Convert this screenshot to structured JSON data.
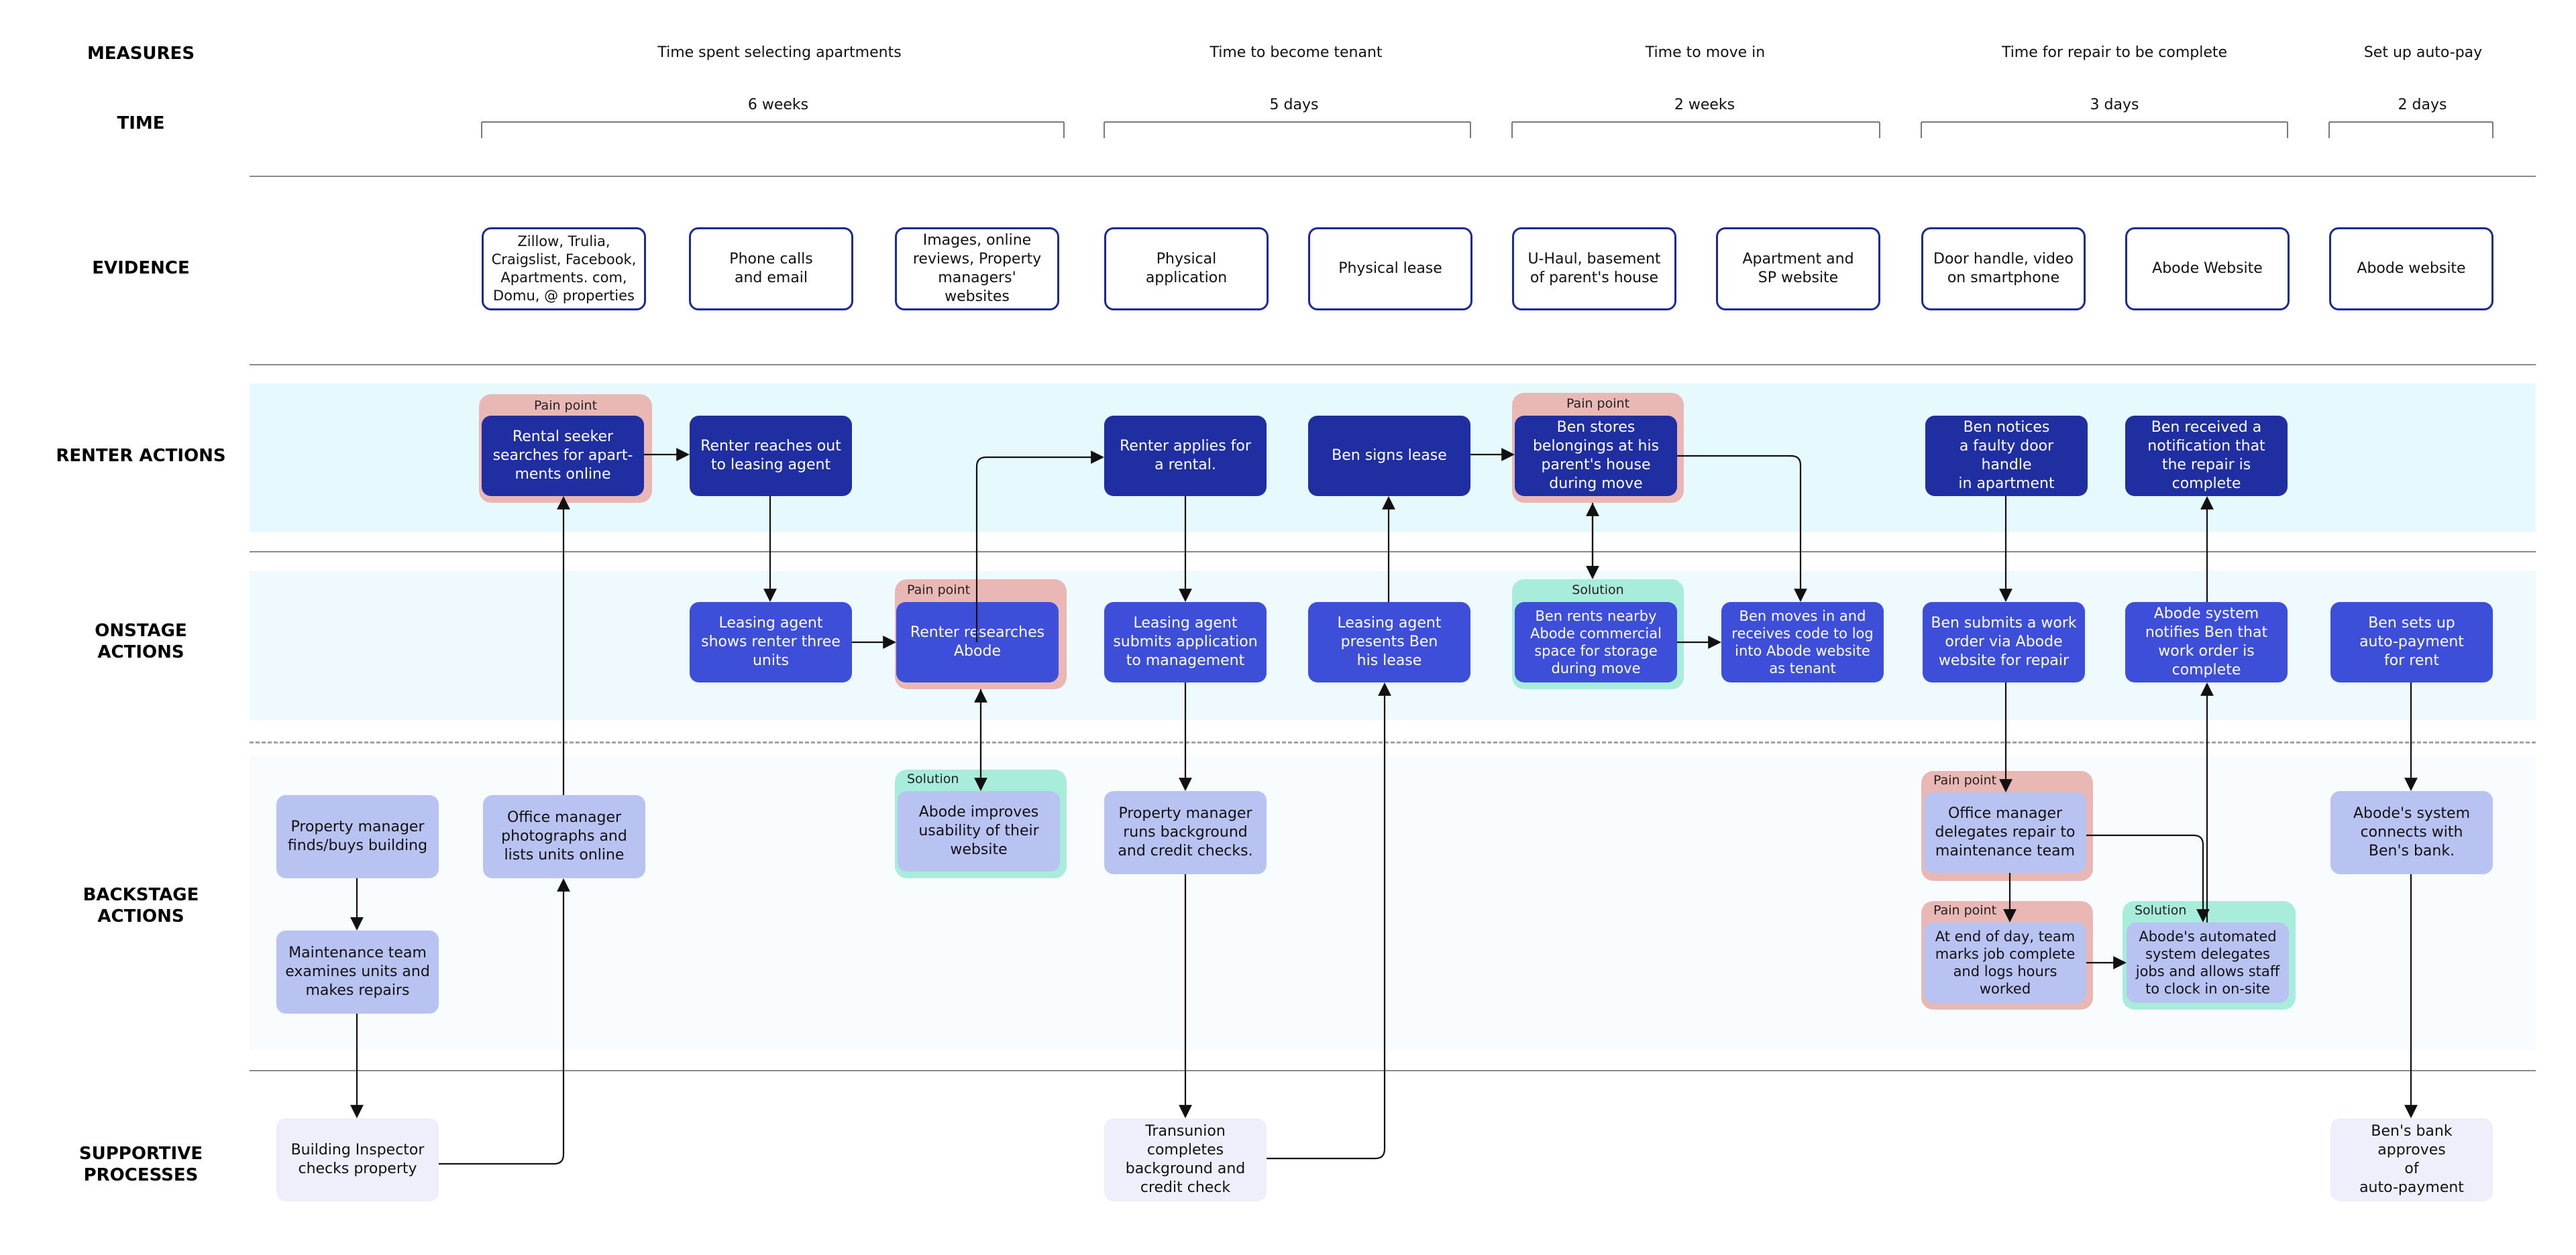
{
  "row_labels": {
    "measures": "MEASURES",
    "time": "TIME",
    "evidence": "EVIDENCE",
    "renter": "RENTER ACTIONS",
    "onstage": "ONSTAGE\nACTIONS",
    "backstage": "BACKSTAGE\nACTIONS",
    "support": "SUPPORTIVE\nPROCESSES"
  },
  "measures": [
    "Time spent selecting apartments",
    "Time to become tenant",
    "Time to move in",
    "Time for repair to be complete",
    "Set up auto-pay"
  ],
  "durations": [
    "6 weeks",
    "5 days",
    "2 weeks",
    "3 days",
    "2 days"
  ],
  "evidence": [
    "Zillow, Trulia, Craigslist, Facebook, Apartments. com, Domu, @ properties",
    "Phone calls\nand email",
    "Images, online reviews, Property managers' websites",
    "Physical application",
    "Physical lease",
    "U-Haul, basement of parent's house",
    "Apartment and\nSP website",
    "Door handle, video on smartphone",
    "Abode Website",
    "Abode website"
  ],
  "renter_actions": [
    "Rental seeker searches for apart-ments online",
    "Renter reaches out to leasing agent",
    "Renter applies for\na rental.",
    "Ben signs lease",
    "Ben stores belongings at his parent's house during move",
    "Ben notices\na faulty door handle\nin apartment",
    "Ben received a notification that the repair is complete"
  ],
  "onstage_actions": [
    "Leasing agent shows renter three units",
    "Renter researches\nAbode",
    "Leasing agent submits application to management",
    "Leasing agent presents Ben\nhis lease",
    "Ben rents nearby Abode commercial space for storage during move",
    "Ben moves in and receives code to log into Abode website as tenant",
    "Ben submits a work order via Abode website for repair",
    "Abode system notifies Ben that work order is complete",
    "Ben sets up\nauto-payment\nfor rent"
  ],
  "backstage_actions": [
    "Property manager finds/buys building",
    "Office manager photographs and lists units online",
    "Maintenance team examines units and makes repairs",
    "Abode improves usability of their website",
    "Property manager runs background and credit checks.",
    "Office manager delegates repair to maintenance team",
    "At end of day, team marks job complete and logs hours worked",
    "Abode's automated system delegates jobs and allows staff to clock in on-site",
    "Abode's system connects with Ben's bank."
  ],
  "supportive_processes": [
    "Building Inspector checks property",
    "Transunion completes background and credit check",
    "Ben's bank approves\nof\nauto-payment"
  ],
  "tags": {
    "pain": "Pain point",
    "solution": "Solution"
  },
  "colors": {
    "renter": "#1f2ea0",
    "onstage": "#3d4ed8",
    "backstage": "#b9c3f2",
    "support": "#efeffb",
    "pain": "#eab8b4",
    "solution": "#a8ecdc",
    "evidence_border": "#1a2a9a"
  }
}
